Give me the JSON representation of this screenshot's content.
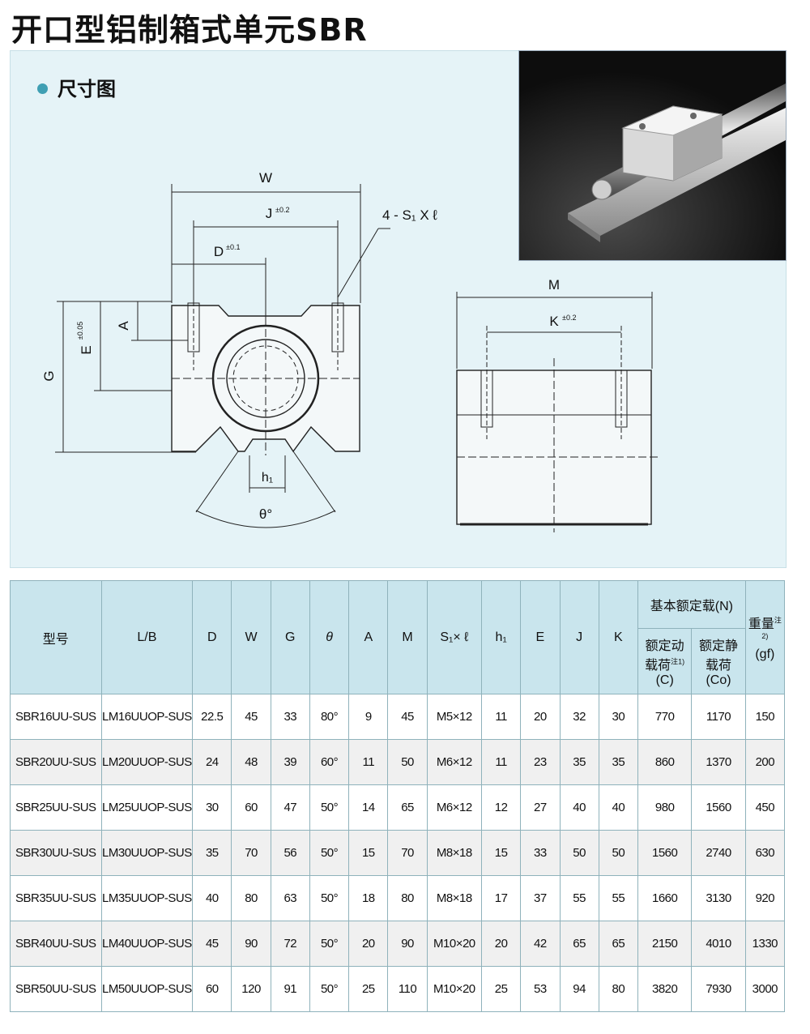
{
  "page": {
    "title": "开口型铝制箱式单元SBR",
    "section_title": "尺寸图"
  },
  "drawing": {
    "W": "W",
    "J": "J",
    "J_tol": "±0.2",
    "D": "D",
    "D_tol": "±0.1",
    "bolt": "4 - S₁ X ℓ",
    "A": "A",
    "E": "E",
    "E_tol": "±0.05",
    "G": "G",
    "h1": "h₁",
    "theta": "θ°",
    "M": "M",
    "K": "K",
    "K_tol": "±0.2"
  },
  "table": {
    "headers": {
      "model": "型号",
      "lb": "L/B",
      "D": "D",
      "W": "W",
      "G": "G",
      "theta": "θ",
      "A": "A",
      "M": "M",
      "s1": "S₁× ℓ",
      "h1": "h₁",
      "E": "E",
      "J": "J",
      "K": "K",
      "load_group": "基本额定载(N)",
      "dyn_line1": "额定动",
      "dyn_line2": "载荷",
      "dyn_note": "注1)",
      "dyn_sym": "(C)",
      "stat_line1": "额定静",
      "stat_line2": "载荷",
      "stat_sym": "(Co)",
      "weight": "重量",
      "weight_note": "注2)",
      "weight_unit": "(gf)"
    },
    "rows": [
      [
        "SBR16UU-SUS",
        "LM16UUOP-SUS",
        "22.5",
        "45",
        "33",
        "80°",
        "9",
        "45",
        "M5×12",
        "11",
        "20",
        "32",
        "30",
        "770",
        "1170",
        "150"
      ],
      [
        "SBR20UU-SUS",
        "LM20UUOP-SUS",
        "24",
        "48",
        "39",
        "60°",
        "11",
        "50",
        "M6×12",
        "11",
        "23",
        "35",
        "35",
        "860",
        "1370",
        "200"
      ],
      [
        "SBR25UU-SUS",
        "LM25UUOP-SUS",
        "30",
        "60",
        "47",
        "50°",
        "14",
        "65",
        "M6×12",
        "12",
        "27",
        "40",
        "40",
        "980",
        "1560",
        "450"
      ],
      [
        "SBR30UU-SUS",
        "LM30UUOP-SUS",
        "35",
        "70",
        "56",
        "50°",
        "15",
        "70",
        "M8×18",
        "15",
        "33",
        "50",
        "50",
        "1560",
        "2740",
        "630"
      ],
      [
        "SBR35UU-SUS",
        "LM35UUOP-SUS",
        "40",
        "80",
        "63",
        "50°",
        "18",
        "80",
        "M8×18",
        "17",
        "37",
        "55",
        "55",
        "1660",
        "3130",
        "920"
      ],
      [
        "SBR40UU-SUS",
        "LM40UUOP-SUS",
        "45",
        "90",
        "72",
        "50°",
        "20",
        "90",
        "M10×20",
        "20",
        "42",
        "65",
        "65",
        "2150",
        "4010",
        "1330"
      ],
      [
        "SBR50UU-SUS",
        "LM50UUOP-SUS",
        "60",
        "120",
        "91",
        "50°",
        "25",
        "110",
        "M10×20",
        "25",
        "53",
        "94",
        "80",
        "3820",
        "7930",
        "3000"
      ]
    ]
  }
}
